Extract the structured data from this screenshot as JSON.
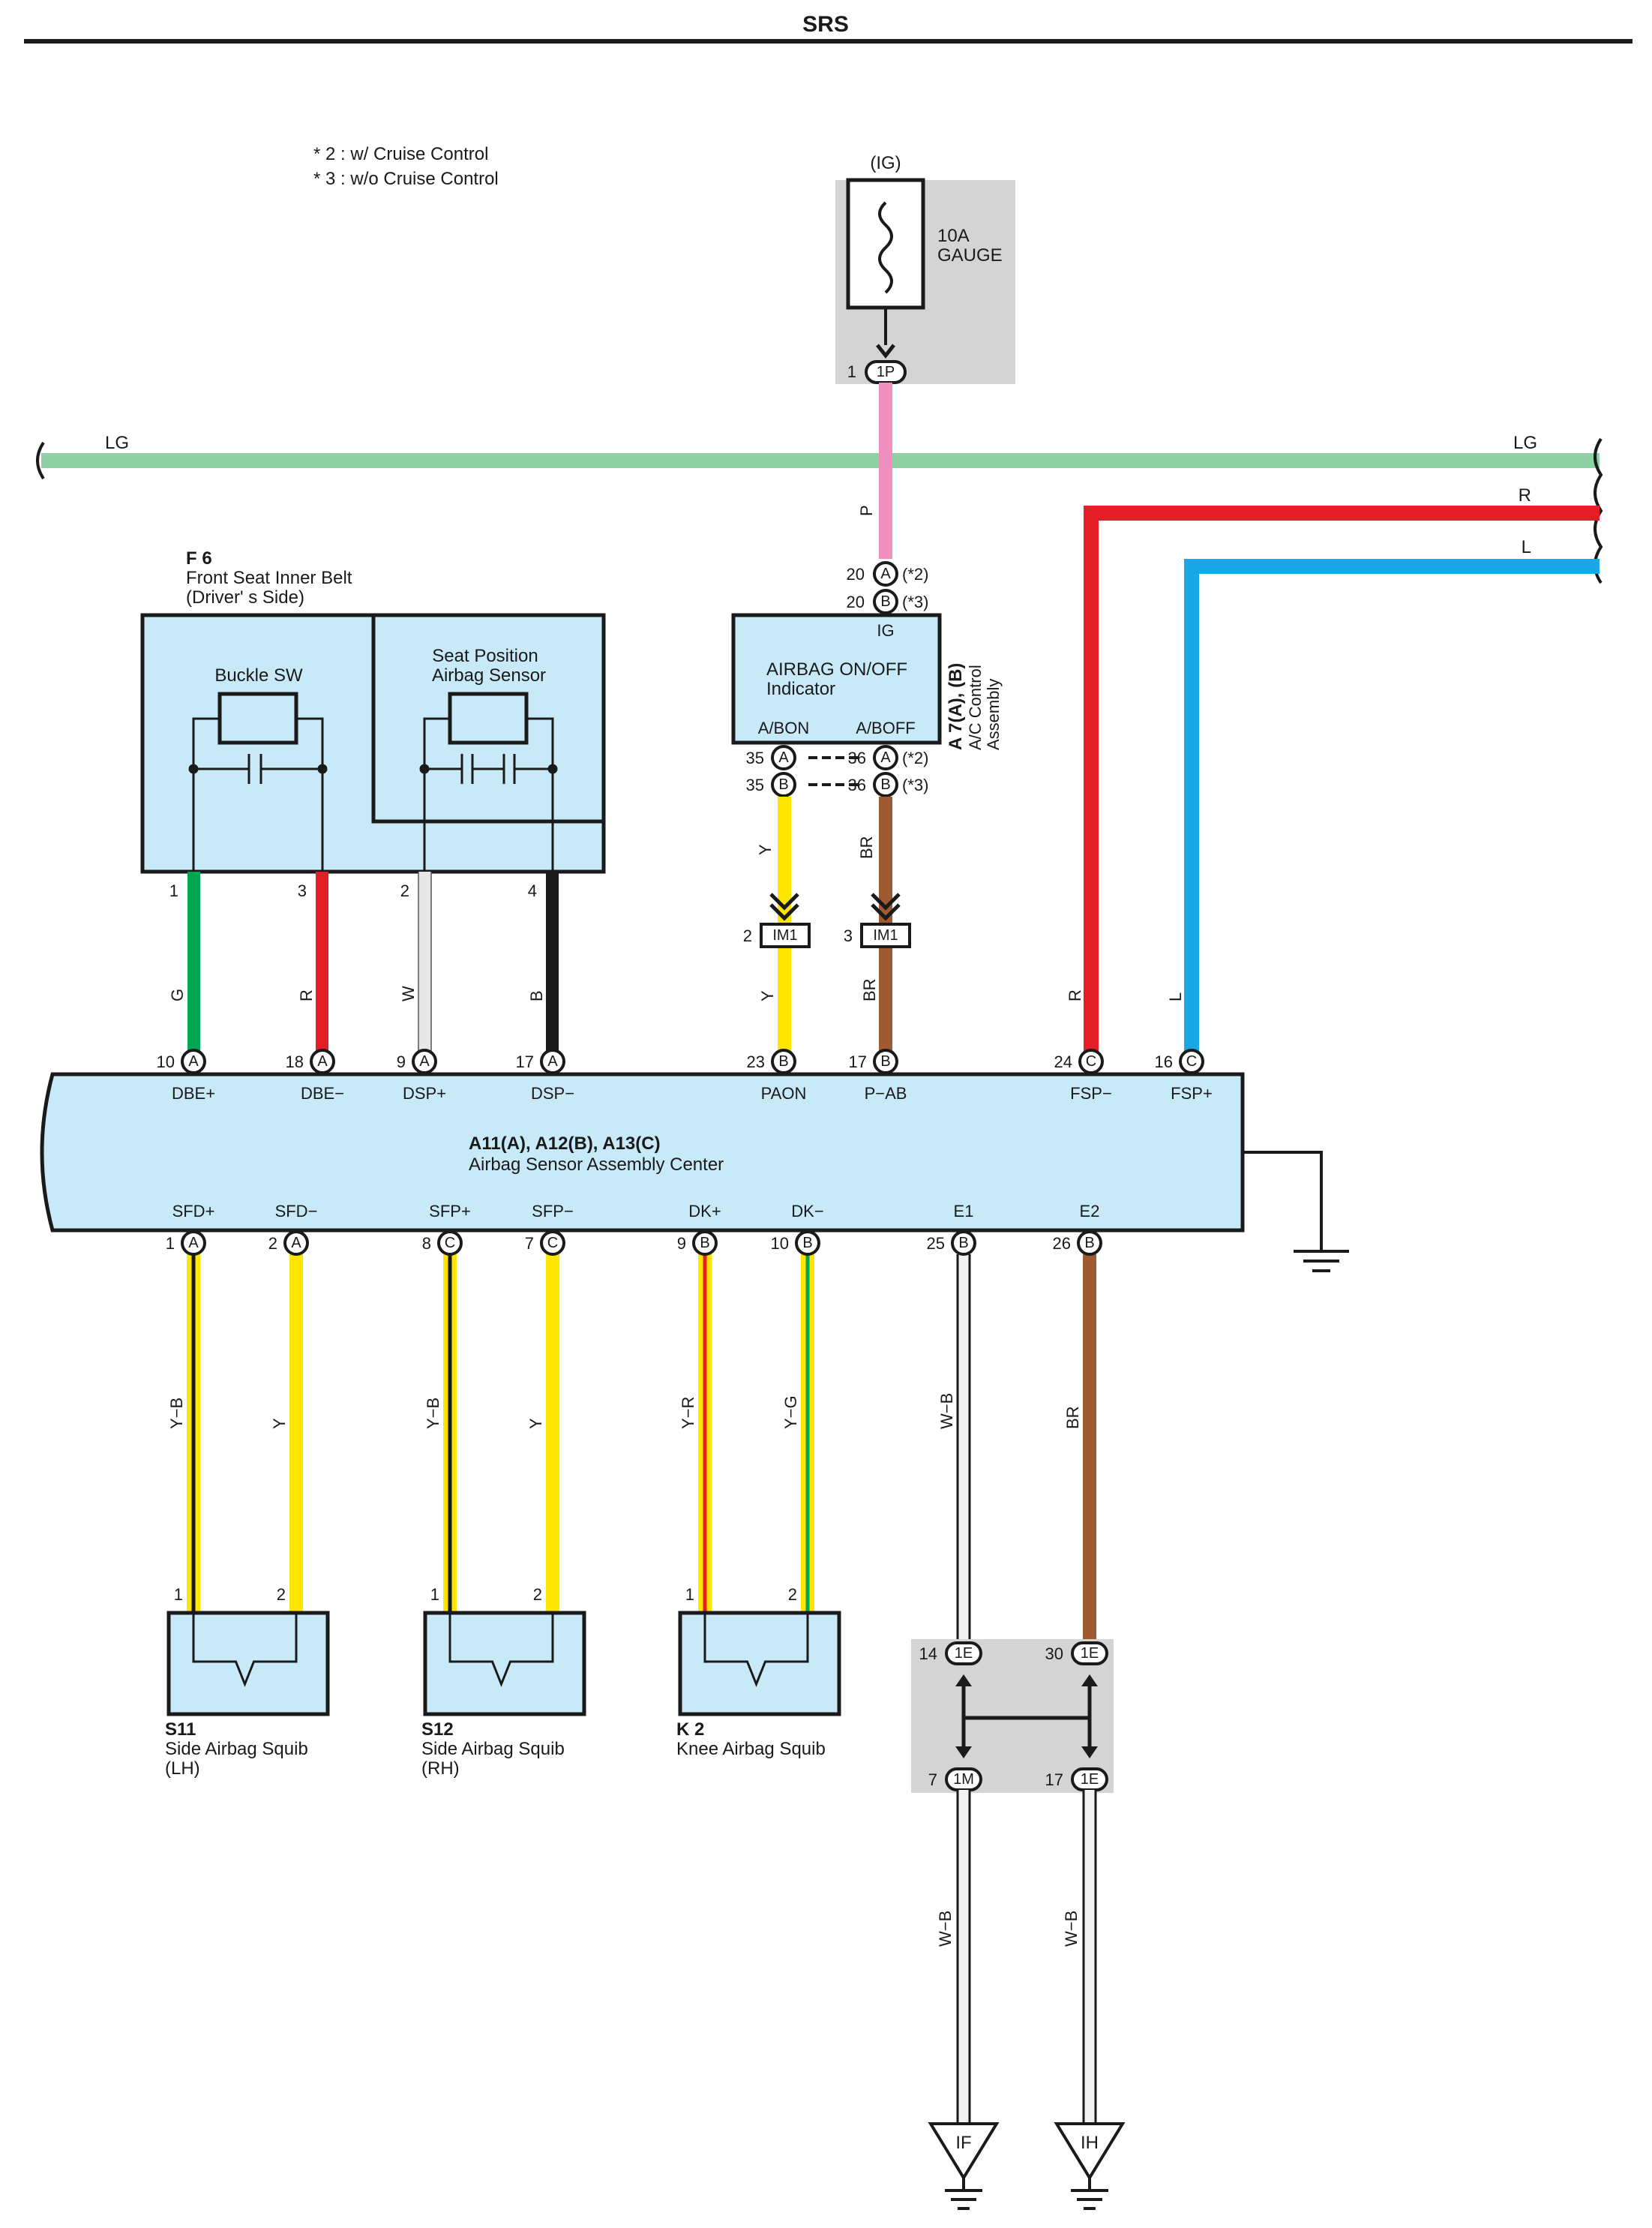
{
  "header": {
    "title": "SRS"
  },
  "notes": [
    "* 2 : w/ Cruise Control",
    "* 3 : w/o Cruise Control"
  ],
  "fuse": {
    "ig": "(IG)",
    "rating": "10A",
    "name": "GAUGE",
    "pin": "1",
    "connector": "1P"
  },
  "buses": {
    "lg": "LG",
    "r": "R",
    "l": "L"
  },
  "colors": {
    "LG": "#8fd0a4",
    "P": "#f08fbe",
    "R": "#e41e26",
    "L": "#1aa7e6",
    "G": "#00a651",
    "W": "#e8e8e8",
    "B": "#1a1a1a",
    "Y": "#ffe500",
    "BR": "#a05a32",
    "box": "#c8e9f8",
    "splice": "#d4d4d4"
  },
  "seat_belt": {
    "code": "F 6",
    "name": "Front Seat Inner Belt",
    "side": "(Driver' s Side)",
    "buckle": "Buckle SW",
    "position_l1": "Seat Position",
    "position_l2": "Airbag Sensor"
  },
  "indicator": {
    "code": "A 7(A), (B)",
    "assy_l1": "A/C Control",
    "assy_l2": "Assembly",
    "label_l1": "AIRBAG ON/OFF",
    "label_l2": "Indicator",
    "ig": "IG",
    "bon": "A/BON",
    "boff": "A/BOFF",
    "pin20": "20",
    "pin35": "35",
    "pin36": "36",
    "note2": "(*2)",
    "note3": "(*3)",
    "conn_a": "A",
    "conn_b": "B"
  },
  "junction": {
    "label": "IM1",
    "pin_y": "2",
    "pin_br": "3"
  },
  "ecu": {
    "name_code": "A11(A), A12(B), A13(C)",
    "name": "Airbag Sensor Assembly Center",
    "top_pins": [
      {
        "num": "10",
        "conn": "A",
        "label": "DBE+",
        "wire": "G"
      },
      {
        "num": "18",
        "conn": "A",
        "label": "DBE−",
        "wire": "R"
      },
      {
        "num": "9",
        "conn": "A",
        "label": "DSP+",
        "wire": "W"
      },
      {
        "num": "17",
        "conn": "A",
        "label": "DSP−",
        "wire": "B"
      },
      {
        "num": "23",
        "conn": "B",
        "label": "PAON",
        "wire": "Y"
      },
      {
        "num": "17",
        "conn": "B",
        "label": "P−AB",
        "wire": "BR"
      },
      {
        "num": "24",
        "conn": "C",
        "label": "FSP−",
        "wire": "R"
      },
      {
        "num": "16",
        "conn": "C",
        "label": "FSP+",
        "wire": "L"
      }
    ],
    "bottom_pins": [
      {
        "num": "1",
        "conn": "A",
        "label": "SFD+",
        "wire": "Y−B"
      },
      {
        "num": "2",
        "conn": "A",
        "label": "SFD−",
        "wire": "Y"
      },
      {
        "num": "8",
        "conn": "C",
        "label": "SFP+",
        "wire": "Y−B"
      },
      {
        "num": "7",
        "conn": "C",
        "label": "SFP−",
        "wire": "Y"
      },
      {
        "num": "9",
        "conn": "B",
        "label": "DK+",
        "wire": "Y−R"
      },
      {
        "num": "10",
        "conn": "B",
        "label": "DK−",
        "wire": "Y−G"
      },
      {
        "num": "25",
        "conn": "B",
        "label": "E1",
        "wire": "W−B"
      },
      {
        "num": "26",
        "conn": "B",
        "label": "E2",
        "wire": "BR"
      }
    ]
  },
  "seat_pins": [
    "1",
    "3",
    "2",
    "4"
  ],
  "squibs": [
    {
      "code": "S11",
      "name": "Side Airbag Squib",
      "side": "(LH)"
    },
    {
      "code": "S12",
      "name": "Side Airbag Squib",
      "side": "(RH)"
    },
    {
      "code": "K 2",
      "name": "Knee Airbag Squib",
      "side": ""
    }
  ],
  "squib_pins": [
    "1",
    "2"
  ],
  "splice": {
    "top_left": {
      "num": "14",
      "conn": "1E"
    },
    "top_right": {
      "num": "30",
      "conn": "1E"
    },
    "bot_left": {
      "num": "7",
      "conn": "1M"
    },
    "bot_right": {
      "num": "17",
      "conn": "1E"
    }
  },
  "wire_labels": {
    "p": "P",
    "wb": "W−B"
  },
  "grounds": [
    "IF",
    "IH"
  ]
}
